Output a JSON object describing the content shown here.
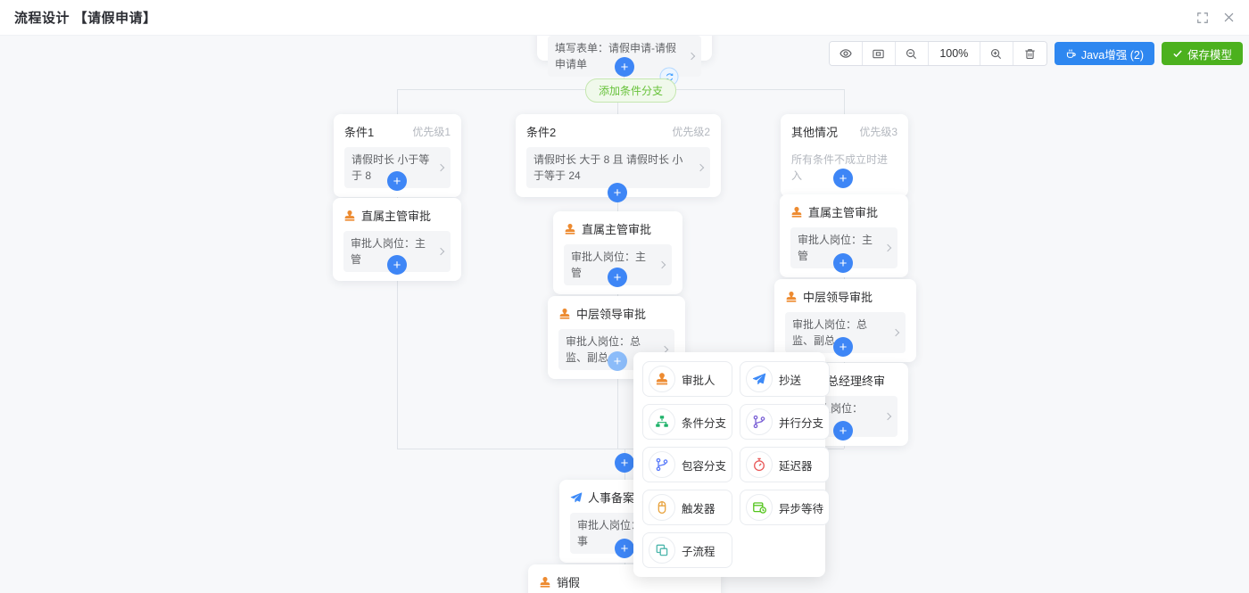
{
  "colors": {
    "primary_blue": "#2e87f0",
    "success_green": "#4cb11e",
    "node_orange": "#ed8b31",
    "link_blue": "#3d8af7",
    "plus_blue": "#3e86f6",
    "pill_green": "#67c23a"
  },
  "header": {
    "title": "流程设计 【请假申请】"
  },
  "toolbar": {
    "zoom_level": "100%",
    "java_label": "Java增强 (2)",
    "save_label": "保存模型"
  },
  "flow": {
    "start_node": {
      "label": "填写表单：请假申请-请假申请单"
    },
    "add_branch_label": "添加条件分支",
    "conditions": [
      {
        "title": "条件1",
        "priority": "优先级1",
        "rule": "请假时长 小于等于 8"
      },
      {
        "title": "条件2",
        "priority": "优先级2",
        "rule": "请假时长 大于 8 且 请假时长 小于等于 24"
      },
      {
        "title": "其他情况",
        "priority": "优先级3",
        "rule": "所有条件不成立时进入"
      }
    ],
    "nodes": [
      {
        "title": "直属主管审批",
        "detail": "审批人岗位：主管"
      },
      {
        "title": "直属主管审批",
        "detail": "审批人岗位：主管"
      },
      {
        "title": "直属主管审批",
        "detail": "审批人岗位：主管"
      },
      {
        "title": "中层领导审批",
        "detail": "审批人岗位：总监、副总"
      },
      {
        "title": "中层领导审批",
        "detail": "审批人岗位：总监、副总"
      },
      {
        "title": "总经理终审",
        "detail": "审批人岗位：ceo"
      },
      {
        "title": "人事备案",
        "detail": "审批人岗位：人事"
      },
      {
        "title": "销假",
        "detail": ""
      }
    ]
  },
  "popup": {
    "items": [
      {
        "label": "审批人",
        "icon": "stamp-icon"
      },
      {
        "label": "抄送",
        "icon": "send-icon"
      },
      {
        "label": "条件分支",
        "icon": "condition-branch-icon"
      },
      {
        "label": "并行分支",
        "icon": "parallel-branch-icon"
      },
      {
        "label": "包容分支",
        "icon": "inclusive-branch-icon"
      },
      {
        "label": "延迟器",
        "icon": "timer-icon"
      },
      {
        "label": "触发器",
        "icon": "trigger-icon"
      },
      {
        "label": "异步等待",
        "icon": "async-wait-icon"
      },
      {
        "label": "子流程",
        "icon": "subprocess-icon"
      }
    ]
  }
}
